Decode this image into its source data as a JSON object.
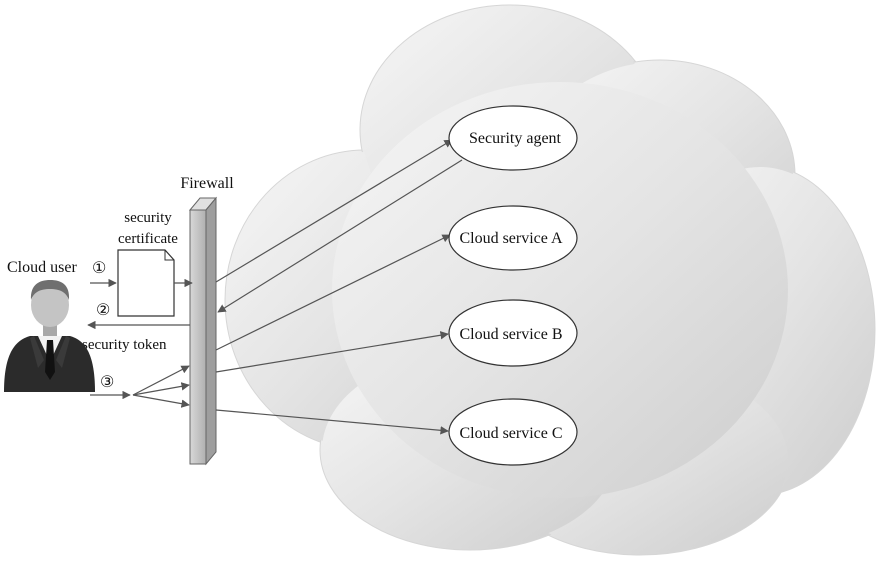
{
  "diagram": {
    "firewall_label": "Firewall",
    "cloud_user_label": "Cloud user",
    "certificate_label_line1": "security",
    "certificate_label_line2": "certificate",
    "token_label": "security token",
    "step1": "①",
    "step2": "②",
    "step3": "③",
    "nodes": {
      "security_agent": "Security agent",
      "service_a": "Cloud service A",
      "service_b": "Cloud service B",
      "service_c": "Cloud service C"
    }
  },
  "colors": {
    "arrow": "#555555",
    "firewall_fill": "#c9c9c9",
    "node_fill": "#ffffff",
    "cloud_light": "#f4f4f4",
    "cloud_dark": "#c8c8c8",
    "user_suit": "#2b2b2b",
    "user_skin": "#bdbdbd"
  }
}
